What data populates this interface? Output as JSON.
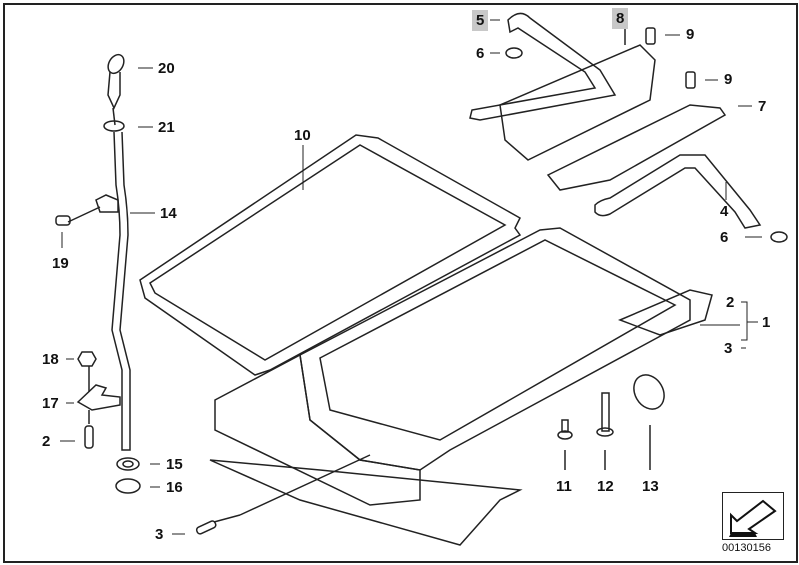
{
  "diagram": {
    "title": "Oil pan / dipstick parts diagram",
    "diagram_id": "00130156",
    "callouts": [
      {
        "id": "c20",
        "text": "20"
      },
      {
        "id": "c21",
        "text": "21"
      },
      {
        "id": "c14",
        "text": "14"
      },
      {
        "id": "c19",
        "text": "19"
      },
      {
        "id": "c18",
        "text": "18"
      },
      {
        "id": "c17",
        "text": "17"
      },
      {
        "id": "c2a",
        "text": "2"
      },
      {
        "id": "c15",
        "text": "15"
      },
      {
        "id": "c16",
        "text": "16"
      },
      {
        "id": "c3a",
        "text": "3"
      },
      {
        "id": "c10",
        "text": "10"
      },
      {
        "id": "c5",
        "text": "5"
      },
      {
        "id": "c6a",
        "text": "6"
      },
      {
        "id": "c8",
        "text": "8"
      },
      {
        "id": "c9a",
        "text": "9"
      },
      {
        "id": "c9b",
        "text": "9"
      },
      {
        "id": "c7",
        "text": "7"
      },
      {
        "id": "c4",
        "text": "4"
      },
      {
        "id": "c6b",
        "text": "6"
      },
      {
        "id": "c2b",
        "text": "2"
      },
      {
        "id": "c1",
        "text": "1"
      },
      {
        "id": "c3b",
        "text": "3"
      },
      {
        "id": "c11",
        "text": "11"
      },
      {
        "id": "c12",
        "text": "12"
      },
      {
        "id": "c13",
        "text": "13"
      }
    ],
    "nav_icon": "arrow-down-left-icon"
  }
}
